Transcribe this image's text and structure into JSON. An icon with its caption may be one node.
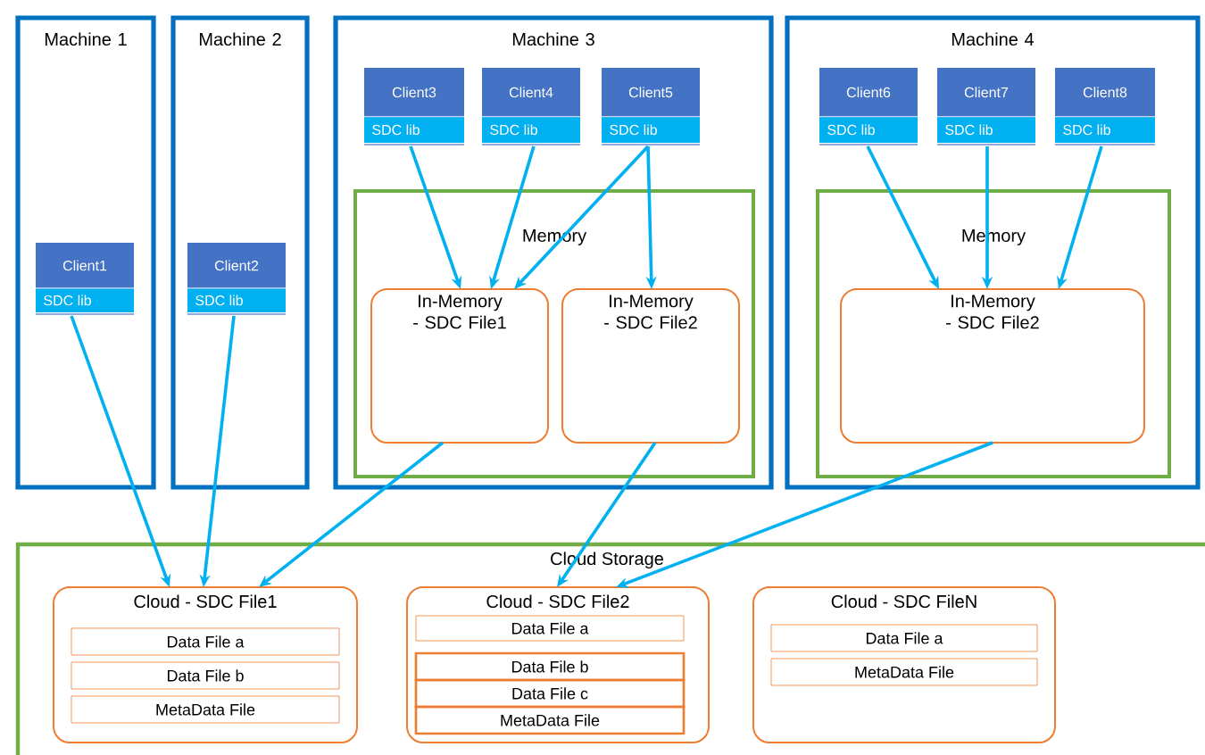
{
  "diagram": {
    "nodes": [
      {
        "text": [
          "Machine 1"
        ]
      },
      {
        "text": [
          "Client1",
          "SDC lib"
        ],
        "in": 0
      },
      {
        "text": [
          "Machine 2"
        ]
      },
      {
        "text": [
          "Client2",
          "SDC lib"
        ],
        "in": 2
      },
      {
        "text": [
          "Machine 3"
        ]
      },
      {
        "text": [
          "Client3",
          "SDC lib"
        ],
        "in": 4
      },
      {
        "text": [
          "Client4",
          "SDC lib"
        ],
        "in": 4
      },
      {
        "text": [
          "Client5",
          "SDC lib"
        ],
        "in": 4
      },
      {
        "text": [
          "Memory"
        ],
        "in": 4
      },
      {
        "text": [
          "In-Memory - SDC File1"
        ],
        "in": 8
      },
      {
        "text": [
          "In-Memory - SDC File2"
        ],
        "in": 8
      },
      {
        "text": [
          "Machine 4"
        ]
      },
      {
        "text": [
          "Client6",
          "SDC lib"
        ],
        "in": 11
      },
      {
        "text": [
          "Client7",
          "SDC lib"
        ],
        "in": 11
      },
      {
        "text": [
          "Client8",
          "SDC lib"
        ],
        "in": 11
      },
      {
        "text": [
          "Memory"
        ],
        "in": 11
      },
      {
        "text": [
          "In-Memory - SDC File2"
        ],
        "in": 15
      },
      {
        "text": [
          "Cloud Storage"
        ]
      },
      {
        "text": [
          "Cloud - SDC File1"
        ],
        "in": 17
      },
      {
        "text": [
          "Data File a"
        ],
        "in": 18
      },
      {
        "text": [
          "Data File b"
        ],
        "in": 18
      },
      {
        "text": [
          "MetaData File"
        ],
        "in": 18
      },
      {
        "text": [
          "Cloud - SDC File2"
        ],
        "in": 17
      },
      {
        "text": [
          "Data File a"
        ],
        "in": 22
      },
      {
        "text": [
          "Data File b"
        ],
        "in": 22
      },
      {
        "text": [
          "Data File c"
        ],
        "in": 22
      },
      {
        "text": [
          "MetaData File"
        ],
        "in": 22
      },
      {
        "text": [
          "Cloud - SDC FileN"
        ],
        "in": 17
      },
      {
        "text": [
          "Data File a"
        ],
        "in": 27
      },
      {
        "text": [
          "MetaData File"
        ],
        "in": 27
      }
    ],
    "edges": [
      {
        "from": 1,
        "to": 18,
        "arrow": "to"
      },
      {
        "from": 3,
        "to": 18,
        "arrow": "to"
      },
      {
        "from": 9,
        "to": 18,
        "arrow": "to"
      },
      {
        "from": 5,
        "to": 9,
        "arrow": "to"
      },
      {
        "from": 6,
        "to": 9,
        "arrow": "to"
      },
      {
        "from": 7,
        "to": 9,
        "arrow": "to"
      },
      {
        "from": 7,
        "to": 10,
        "arrow": "to"
      },
      {
        "from": 10,
        "to": 22,
        "arrow": "to"
      },
      {
        "from": 16,
        "to": 22,
        "arrow": "to"
      },
      {
        "from": 12,
        "to": 16,
        "arrow": "to"
      },
      {
        "from": 13,
        "to": 16,
        "arrow": "to"
      },
      {
        "from": 14,
        "to": 16,
        "arrow": "to"
      }
    ]
  }
}
